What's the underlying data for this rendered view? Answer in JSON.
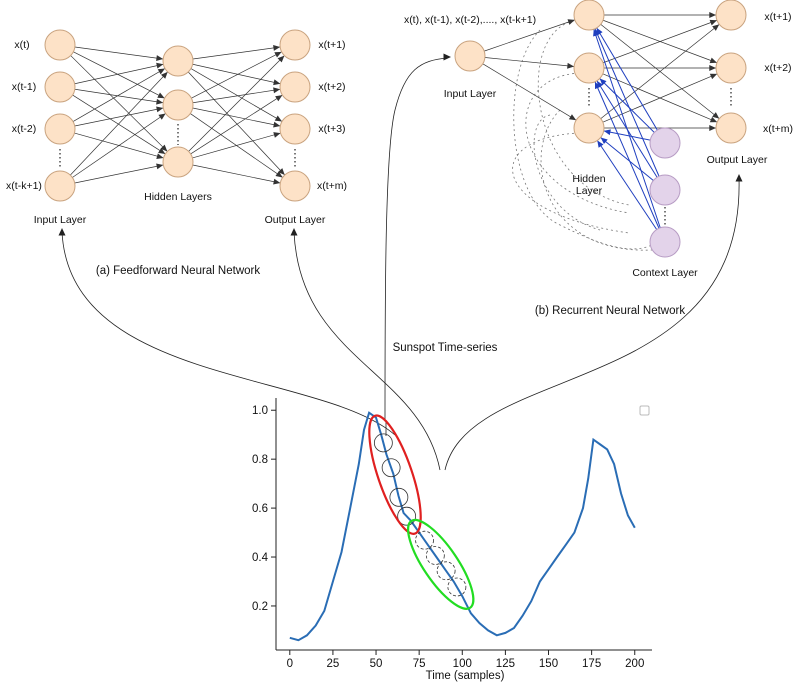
{
  "feedforward": {
    "inputs": [
      "x(t)",
      "x(t-1)",
      "x(t-2)",
      "x(t-k+1)"
    ],
    "outputs": [
      "x(t+1)",
      "x(t+2)",
      "x(t+3)",
      "x(t+m)"
    ],
    "input_layer": "Input Layer",
    "hidden_layers": "Hidden Layers",
    "output_layer": "Output Layer",
    "caption": "(a) Feedforward Neural Network"
  },
  "recurrent": {
    "input_vector": "x(t), x(t-1), x(t-2),...., x(t-k+1)",
    "input_layer": "Input Layer",
    "hidden_layer_1": "Hidden",
    "hidden_layer_2": "Layer",
    "context_layer": "Context Layer",
    "output_layer": "Output Layer",
    "outputs": [
      "x(t+1)",
      "x(t+2)",
      "x(t+m)"
    ],
    "caption": "(b) Recurrent Neural Network"
  },
  "series_title": "Sunspot Time-series",
  "chart_data": {
    "type": "line",
    "title": "Sunspot Time-series",
    "xlabel": "Time (samples)",
    "ylabel": "",
    "xlim": [
      -8,
      210
    ],
    "ylim": [
      0.02,
      1.05
    ],
    "xticks": [
      0,
      25,
      50,
      75,
      100,
      125,
      150,
      175,
      200
    ],
    "yticks": [
      0.2,
      0.4,
      0.6,
      0.8,
      1.0
    ],
    "xtick_labels": [
      "0",
      "25",
      "50",
      "75",
      "100",
      "125",
      "150",
      "175",
      "200"
    ],
    "ytick_labels": [
      "0.2",
      "0.4",
      "0.6",
      "0.8",
      "1.0"
    ],
    "line_color": "#2a6db5",
    "series": [
      {
        "x": [
          0,
          5,
          10,
          15,
          20,
          25,
          30,
          35,
          40,
          43,
          46,
          50,
          53,
          56,
          60,
          63,
          66,
          70,
          75,
          80,
          85,
          90,
          95,
          100,
          105,
          110,
          115,
          120,
          125,
          130,
          135,
          140,
          145,
          150,
          155,
          160,
          165,
          170,
          173,
          176,
          180,
          184,
          188,
          192,
          196,
          200
        ],
        "y": [
          0.07,
          0.06,
          0.08,
          0.12,
          0.18,
          0.3,
          0.42,
          0.6,
          0.78,
          0.92,
          0.99,
          0.97,
          0.9,
          0.82,
          0.74,
          0.65,
          0.58,
          0.55,
          0.5,
          0.45,
          0.4,
          0.35,
          0.3,
          0.24,
          0.17,
          0.13,
          0.1,
          0.08,
          0.09,
          0.11,
          0.16,
          0.22,
          0.3,
          0.35,
          0.4,
          0.45,
          0.5,
          0.6,
          0.72,
          0.88,
          0.86,
          0.84,
          0.78,
          0.66,
          0.57,
          0.52
        ]
      }
    ],
    "windows": [
      {
        "color": "#e02020",
        "x_range": [
          52,
          70
        ]
      },
      {
        "color": "#22dd22",
        "x_range": [
          75,
          100
        ]
      }
    ],
    "legend": "top-right"
  }
}
